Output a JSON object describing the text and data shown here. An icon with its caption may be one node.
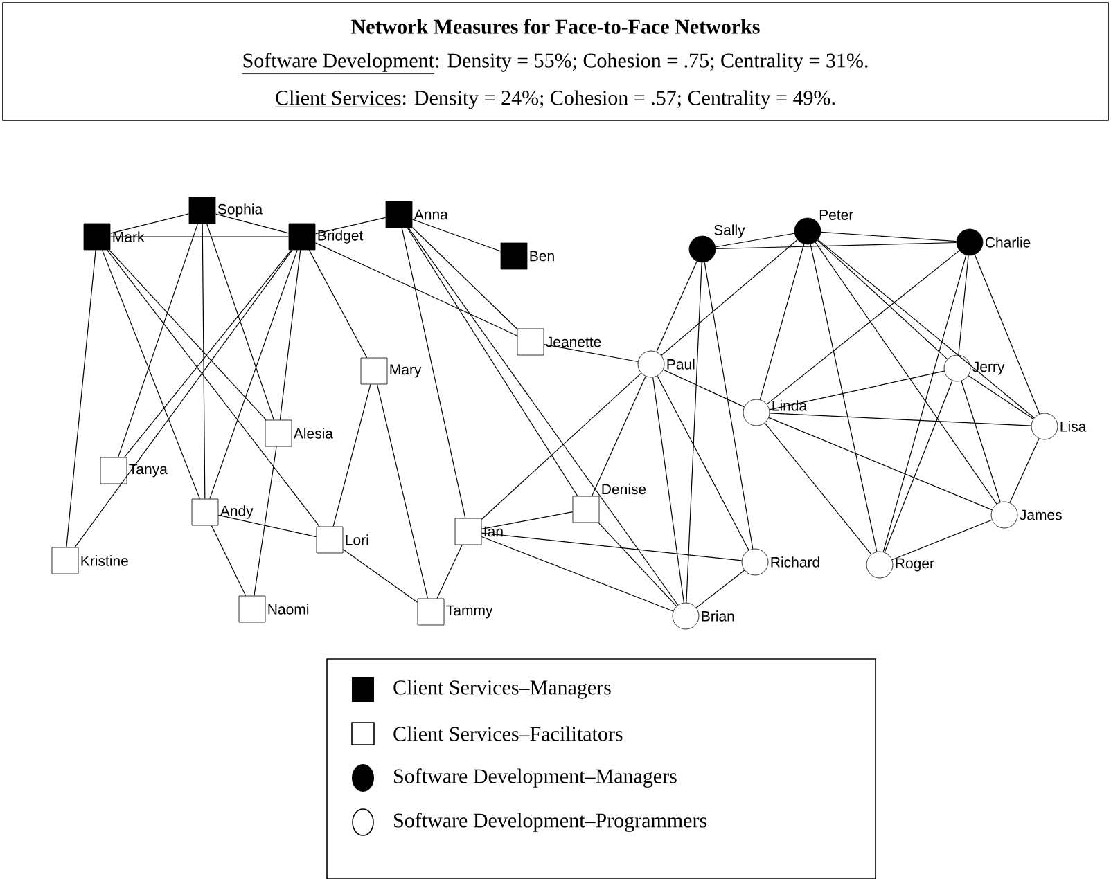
{
  "diagram": {
    "title": "Network Measures for Face-to-Face Networks",
    "nodes": [
      {
        "text": [
          "Sophia"
        ]
      },
      {
        "text": [
          "Mark"
        ]
      },
      {
        "text": [
          "Bridget"
        ]
      },
      {
        "text": [
          "Anna"
        ]
      },
      {
        "text": [
          "Ben"
        ]
      },
      {
        "text": [
          "Jeanette"
        ]
      },
      {
        "text": [
          "Mary"
        ]
      },
      {
        "text": [
          "Alesia"
        ]
      },
      {
        "text": [
          "Tanya"
        ]
      },
      {
        "text": [
          "Andy"
        ]
      },
      {
        "text": [
          "Lori"
        ]
      },
      {
        "text": [
          "Kristine"
        ]
      },
      {
        "text": [
          "Naomi"
        ]
      },
      {
        "text": [
          "Tammy"
        ]
      },
      {
        "text": [
          "Ian"
        ]
      },
      {
        "text": [
          "Denise"
        ]
      },
      {
        "text": [
          "Paul"
        ]
      },
      {
        "text": [
          "Sally"
        ]
      },
      {
        "text": [
          "Peter"
        ]
      },
      {
        "text": [
          "Charlie"
        ]
      },
      {
        "text": [
          "Jerry"
        ]
      },
      {
        "text": [
          "Linda"
        ]
      },
      {
        "text": [
          "Lisa"
        ]
      },
      {
        "text": [
          "James"
        ]
      },
      {
        "text": [
          "Richard"
        ]
      },
      {
        "text": [
          "Roger"
        ]
      },
      {
        "text": [
          "Brian"
        ]
      }
    ],
    "edges": [
      {
        "from": 0,
        "to": 1,
        "arrow": "none"
      },
      {
        "from": 0,
        "to": 2,
        "arrow": "none"
      },
      {
        "from": 0,
        "to": 8,
        "arrow": "none"
      },
      {
        "from": 0,
        "to": 9,
        "arrow": "none"
      },
      {
        "from": 0,
        "to": 7,
        "arrow": "none"
      },
      {
        "from": 1,
        "to": 2,
        "arrow": "none"
      },
      {
        "from": 1,
        "to": 11,
        "arrow": "none"
      },
      {
        "from": 1,
        "to": 9,
        "arrow": "none"
      },
      {
        "from": 1,
        "to": 10,
        "arrow": "none"
      },
      {
        "from": 1,
        "to": 7,
        "arrow": "none"
      },
      {
        "from": 2,
        "to": 3,
        "arrow": "none"
      },
      {
        "from": 2,
        "to": 8,
        "arrow": "none"
      },
      {
        "from": 2,
        "to": 11,
        "arrow": "none"
      },
      {
        "from": 2,
        "to": 9,
        "arrow": "none"
      },
      {
        "from": 2,
        "to": 7,
        "arrow": "none"
      },
      {
        "from": 7,
        "to": 12,
        "arrow": "none"
      },
      {
        "from": 2,
        "to": 6,
        "arrow": "none"
      },
      {
        "from": 2,
        "to": 5,
        "arrow": "none"
      },
      {
        "from": 3,
        "to": 4,
        "arrow": "none"
      },
      {
        "from": 3,
        "to": 5,
        "arrow": "none"
      },
      {
        "from": 3,
        "to": 14,
        "arrow": "none"
      },
      {
        "from": 3,
        "to": 15,
        "arrow": "none"
      },
      {
        "from": 3,
        "to": 26,
        "arrow": "none"
      },
      {
        "from": 6,
        "to": 10,
        "arrow": "none"
      },
      {
        "from": 6,
        "to": 13,
        "arrow": "none"
      },
      {
        "from": 9,
        "to": 10,
        "arrow": "none"
      },
      {
        "from": 9,
        "to": 12,
        "arrow": "none"
      },
      {
        "from": 10,
        "to": 13,
        "arrow": "none"
      },
      {
        "from": 13,
        "to": 14,
        "arrow": "none"
      },
      {
        "from": 14,
        "to": 15,
        "arrow": "none"
      },
      {
        "from": 14,
        "to": 16,
        "arrow": "none"
      },
      {
        "from": 14,
        "to": 24,
        "arrow": "none"
      },
      {
        "from": 14,
        "to": 26,
        "arrow": "none"
      },
      {
        "from": 15,
        "to": 16,
        "arrow": "none"
      },
      {
        "from": 15,
        "to": 26,
        "arrow": "none"
      },
      {
        "from": 16,
        "to": 5,
        "arrow": "none"
      },
      {
        "from": 16,
        "to": 21,
        "arrow": "none"
      },
      {
        "from": 16,
        "to": 26,
        "arrow": "none"
      },
      {
        "from": 16,
        "to": 24,
        "arrow": "none"
      },
      {
        "from": 16,
        "to": 18,
        "arrow": "none"
      },
      {
        "from": 17,
        "to": 16,
        "arrow": "none"
      },
      {
        "from": 17,
        "to": 26,
        "arrow": "none"
      },
      {
        "from": 17,
        "to": 24,
        "arrow": "none"
      },
      {
        "from": 17,
        "to": 18,
        "arrow": "none"
      },
      {
        "from": 17,
        "to": 19,
        "arrow": "none"
      },
      {
        "from": 18,
        "to": 19,
        "arrow": "none"
      },
      {
        "from": 18,
        "to": 21,
        "arrow": "none"
      },
      {
        "from": 18,
        "to": 25,
        "arrow": "none"
      },
      {
        "from": 18,
        "to": 20,
        "arrow": "none"
      },
      {
        "from": 18,
        "to": 22,
        "arrow": "none"
      },
      {
        "from": 18,
        "to": 23,
        "arrow": "none"
      },
      {
        "from": 19,
        "to": 21,
        "arrow": "none"
      },
      {
        "from": 19,
        "to": 25,
        "arrow": "none"
      },
      {
        "from": 19,
        "to": 20,
        "arrow": "none"
      },
      {
        "from": 19,
        "to": 22,
        "arrow": "none"
      },
      {
        "from": 20,
        "to": 21,
        "arrow": "none"
      },
      {
        "from": 20,
        "to": 22,
        "arrow": "none"
      },
      {
        "from": 20,
        "to": 23,
        "arrow": "none"
      },
      {
        "from": 20,
        "to": 25,
        "arrow": "none"
      },
      {
        "from": 21,
        "to": 22,
        "arrow": "none"
      },
      {
        "from": 21,
        "to": 23,
        "arrow": "none"
      },
      {
        "from": 21,
        "to": 25,
        "arrow": "none"
      },
      {
        "from": 22,
        "to": 23,
        "arrow": "none"
      },
      {
        "from": 23,
        "to": 25,
        "arrow": "none"
      },
      {
        "from": 24,
        "to": 26,
        "arrow": "none"
      }
    ],
    "labels": [
      "Software Development",
      ": Density = 55%; Cohesion = .75; Centrality = 31%.",
      "Client Services",
      ": Density = 24%; Cohesion = .57; Centrality = 49%."
    ],
    "legend": [
      {
        "text": "Client Services–Managers"
      },
      {
        "text": "Client Services–Facilitators"
      },
      {
        "text": "Software Development–Managers"
      },
      {
        "text": "Software Development–Programmers"
      }
    ]
  }
}
